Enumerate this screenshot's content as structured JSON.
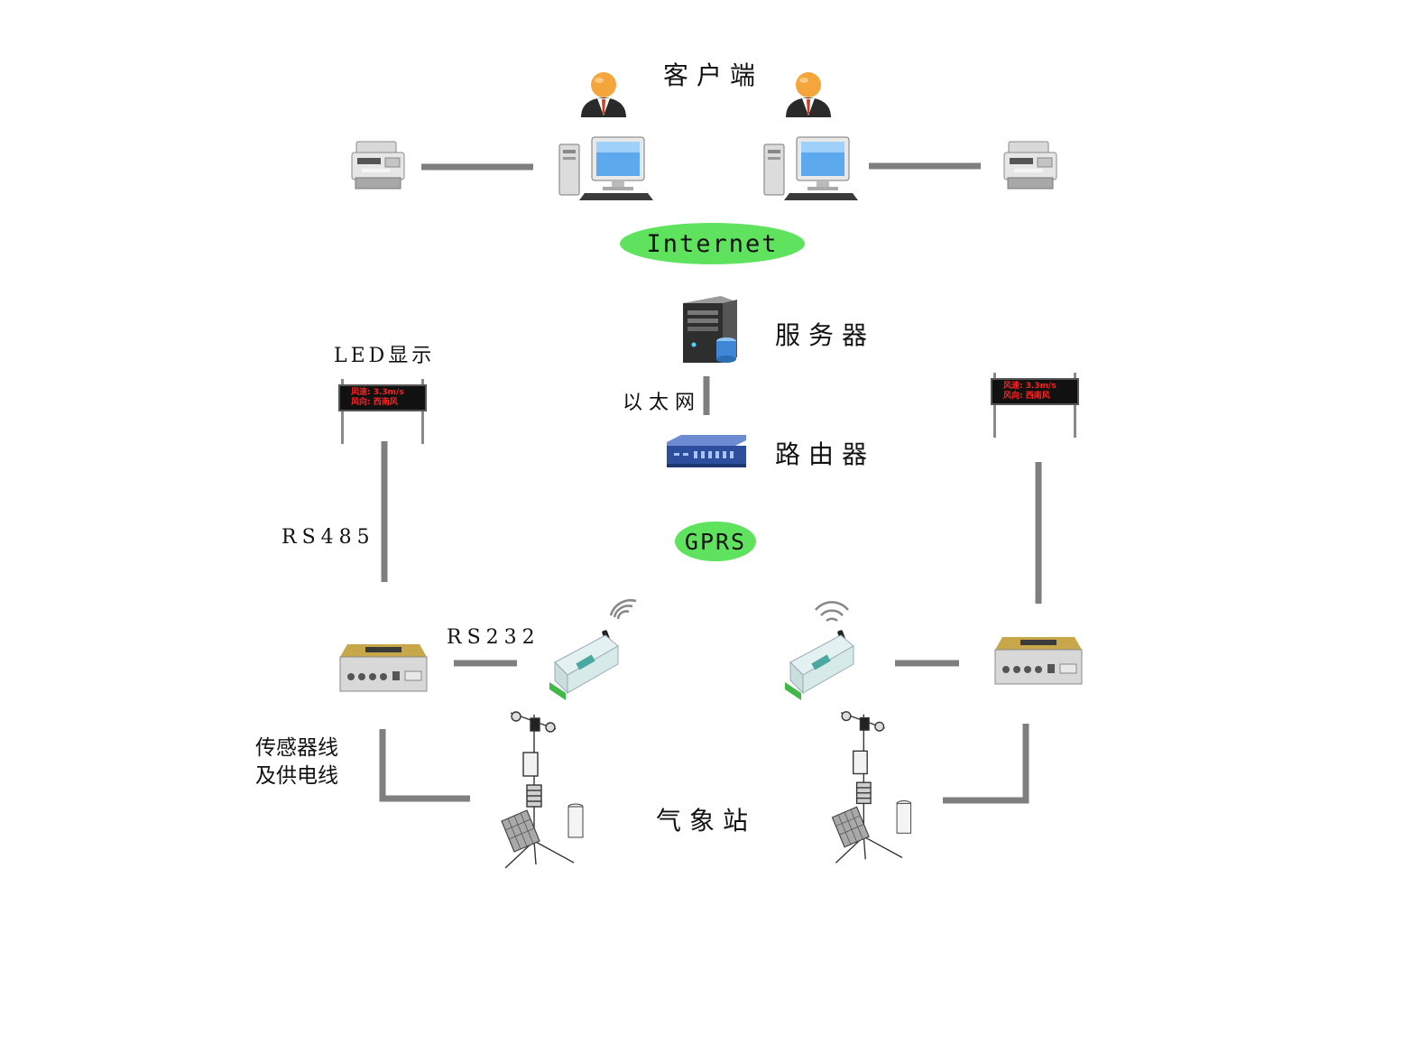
{
  "labels": {
    "client": "客户端",
    "internet": "Internet",
    "server": "服务器",
    "ethernet": "以太网",
    "router": "路由器",
    "gprs": "GPRS",
    "led_display": "LED显示",
    "rs485": "RS485",
    "rs232": "RS232",
    "sensor_power_line_1": "传感器线",
    "sensor_power_line_2": "及供电线",
    "weather_station": "气象站"
  },
  "led_board": {
    "line1": "风速: 3.3m/s",
    "line2": "风向: 西南风"
  },
  "colors": {
    "oval_green": "#5fe35f",
    "line_gray": "#7f7f7f",
    "led_red": "#ff2020",
    "router_blue": "#2d4e9c"
  }
}
